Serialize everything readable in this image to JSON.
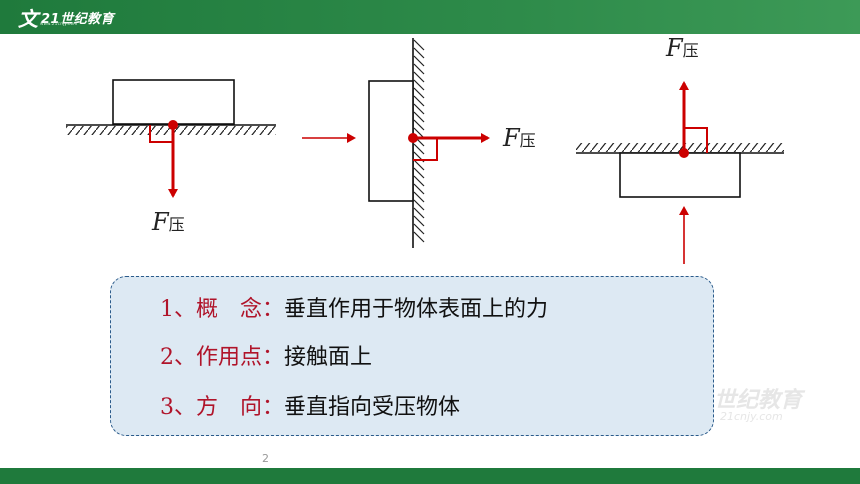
{
  "header": {
    "logo_mark": "文",
    "logo_text": "21世纪教育",
    "logo_url": "www.21cnjy.com"
  },
  "watermark": {
    "text": "世纪教育",
    "sub": "21cnjy.com"
  },
  "labels": {
    "f1": {
      "F": "F",
      "sub": "压"
    },
    "f2": {
      "F": "F",
      "sub": "压"
    },
    "f3": {
      "F": "F",
      "sub": "压"
    }
  },
  "points": [
    {
      "key": "1、概　念：",
      "value": "垂直作用于物体表面上的力"
    },
    {
      "key": "2、作用点：",
      "value": "接触面上"
    },
    {
      "key": "3、方　向：",
      "value": "垂直指向受压物体"
    }
  ],
  "page_number": "2",
  "colors": {
    "accent": "#b0142a",
    "header": "#1f7a3c",
    "box_fill": "#dde9f3",
    "box_border": "#2a5a8a"
  }
}
